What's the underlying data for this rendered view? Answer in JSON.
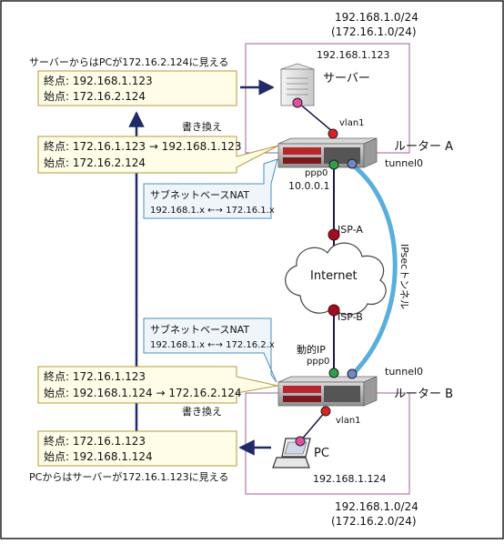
{
  "outer_border_color": "#222222",
  "colors": {
    "arrow": "#1f2a66",
    "box_fill": "#fffde8",
    "box_stroke": "#b59a3a",
    "nat_fill": "#eef6fb",
    "nat_stroke": "#4f8fb5",
    "tunnel": "#5aaedc",
    "lan_frame": "#a0609a",
    "red_port": "#e02020",
    "green_port": "#2aa04a",
    "blue_port": "#7088c8",
    "pink_port": "#e050a0",
    "dark_node": "#9c1020"
  },
  "net_top": {
    "line1": "192.168.1.0/24",
    "line2": "(172.16.1.0/24)"
  },
  "net_bottom": {
    "line1": "192.168.1.0/24",
    "line2": "(172.16.2.0/24)"
  },
  "server": {
    "label": "サーバー",
    "ip": "192.168.1.123",
    "icon": "server-icon"
  },
  "pc": {
    "label": "PC",
    "ip": "192.168.1.124",
    "icon": "laptop-icon"
  },
  "router_a": {
    "label": "ルーター A",
    "vlan": "vlan1",
    "ppp": "ppp0",
    "tunnel": "tunnel0",
    "wan_ip": "10.0.0.1",
    "icon": "router-icon"
  },
  "router_b": {
    "label": "ルーター B",
    "vlan": "vlan1",
    "ppp": "ppp0",
    "tunnel": "tunnel0",
    "dyn_ip": "動的IP",
    "icon": "router-icon"
  },
  "internet": {
    "label": "Internet",
    "isp_a": "ISP-A",
    "isp_b": "ISP-B",
    "icon": "cloud-icon"
  },
  "tunnel_label": "IPsecトンネル",
  "caption_top": "サーバーからはPCが172.16.2.124に見える",
  "caption_bottom": "PCからはサーバーが172.16.1.123に見える",
  "rewrite_label": "書き換え",
  "box_top": {
    "line1": "終点: 192.168.1.123",
    "line2": "始点: 172.16.2.124"
  },
  "box_a": {
    "line1": "終点: 172.16.1.123 → 192.168.1.123",
    "line2": "始点: 172.16.2.124"
  },
  "box_b": {
    "line1": "終点: 172.16.1.123",
    "line2": "始点: 192.168.1.124 → 172.16.2.124"
  },
  "box_bottom": {
    "line1": "終点: 172.16.1.123",
    "line2": "始点: 192.168.1.124"
  },
  "nat_a": {
    "title": "サブネットベースNAT",
    "line": "192.168.1.x ←→ 172.16.1.x"
  },
  "nat_b": {
    "title": "サブネットベースNAT",
    "line": "192.168.1.x ←→ 172.16.2.x"
  }
}
